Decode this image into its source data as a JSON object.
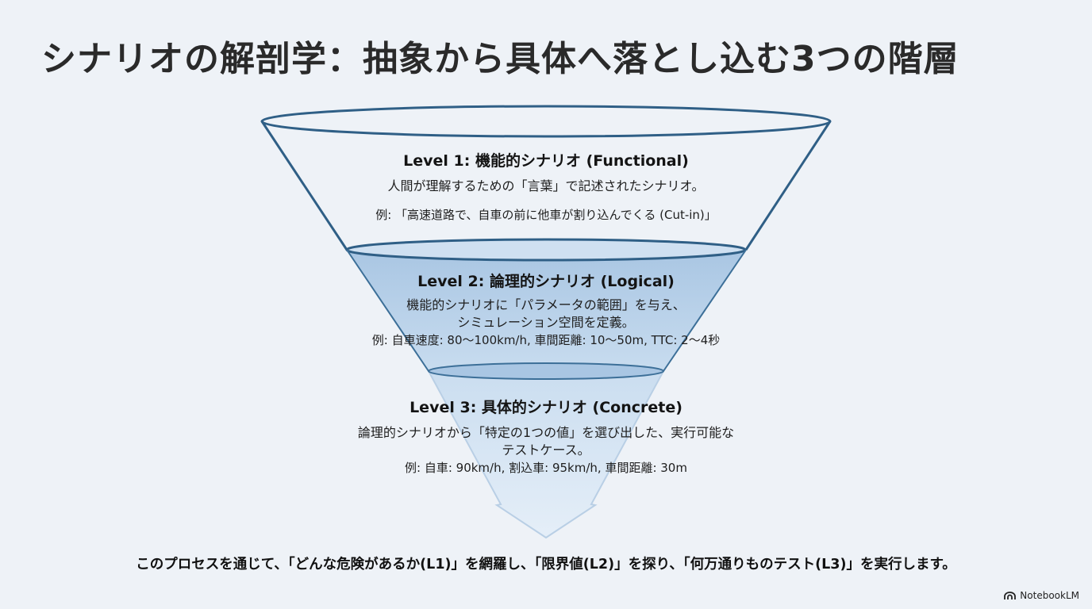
{
  "title": "シナリオの解剖学：抽象から具体へ落とし込む3つの階層",
  "levels": [
    {
      "title": "Level 1: 機能的シナリオ (Functional)",
      "description": [
        "人間が理解するための「言葉」で記述されたシナリオ。"
      ],
      "example": "例: 「高速道路で、自車の前に他車が割り込んでくる (Cut-in)」"
    },
    {
      "title": "Level 2: 論理的シナリオ (Logical)",
      "description": [
        "機能的シナリオに「パラメータの範囲」を与え、",
        "シミュレーション空間を定義。"
      ],
      "example": "例: 自車速度: 80〜100km/h, 車間距離: 10〜50m, TTC: 2〜4秒"
    },
    {
      "title": "Level 3: 具体的シナリオ (Concrete)",
      "description": [
        "論理的シナリオから「特定の1つの値」を選び出した、実行可能な",
        "テストケース。"
      ],
      "example": "例: 自車: 90km/h, 割込車: 95km/h, 車間距離: 30m"
    }
  ],
  "footer": "このプロセスを通じて、「どんな危険があるか(L1)」を網羅し、「限界値(L2)」を探り、「何万通りものテスト(L3)」を実行します。",
  "brand": "NotebookLM",
  "colors": {
    "outline": "#2f5f86",
    "band_fill": "#b3cde6",
    "arrow_fill": "#d6e5f4",
    "background": "#eef2f7"
  }
}
